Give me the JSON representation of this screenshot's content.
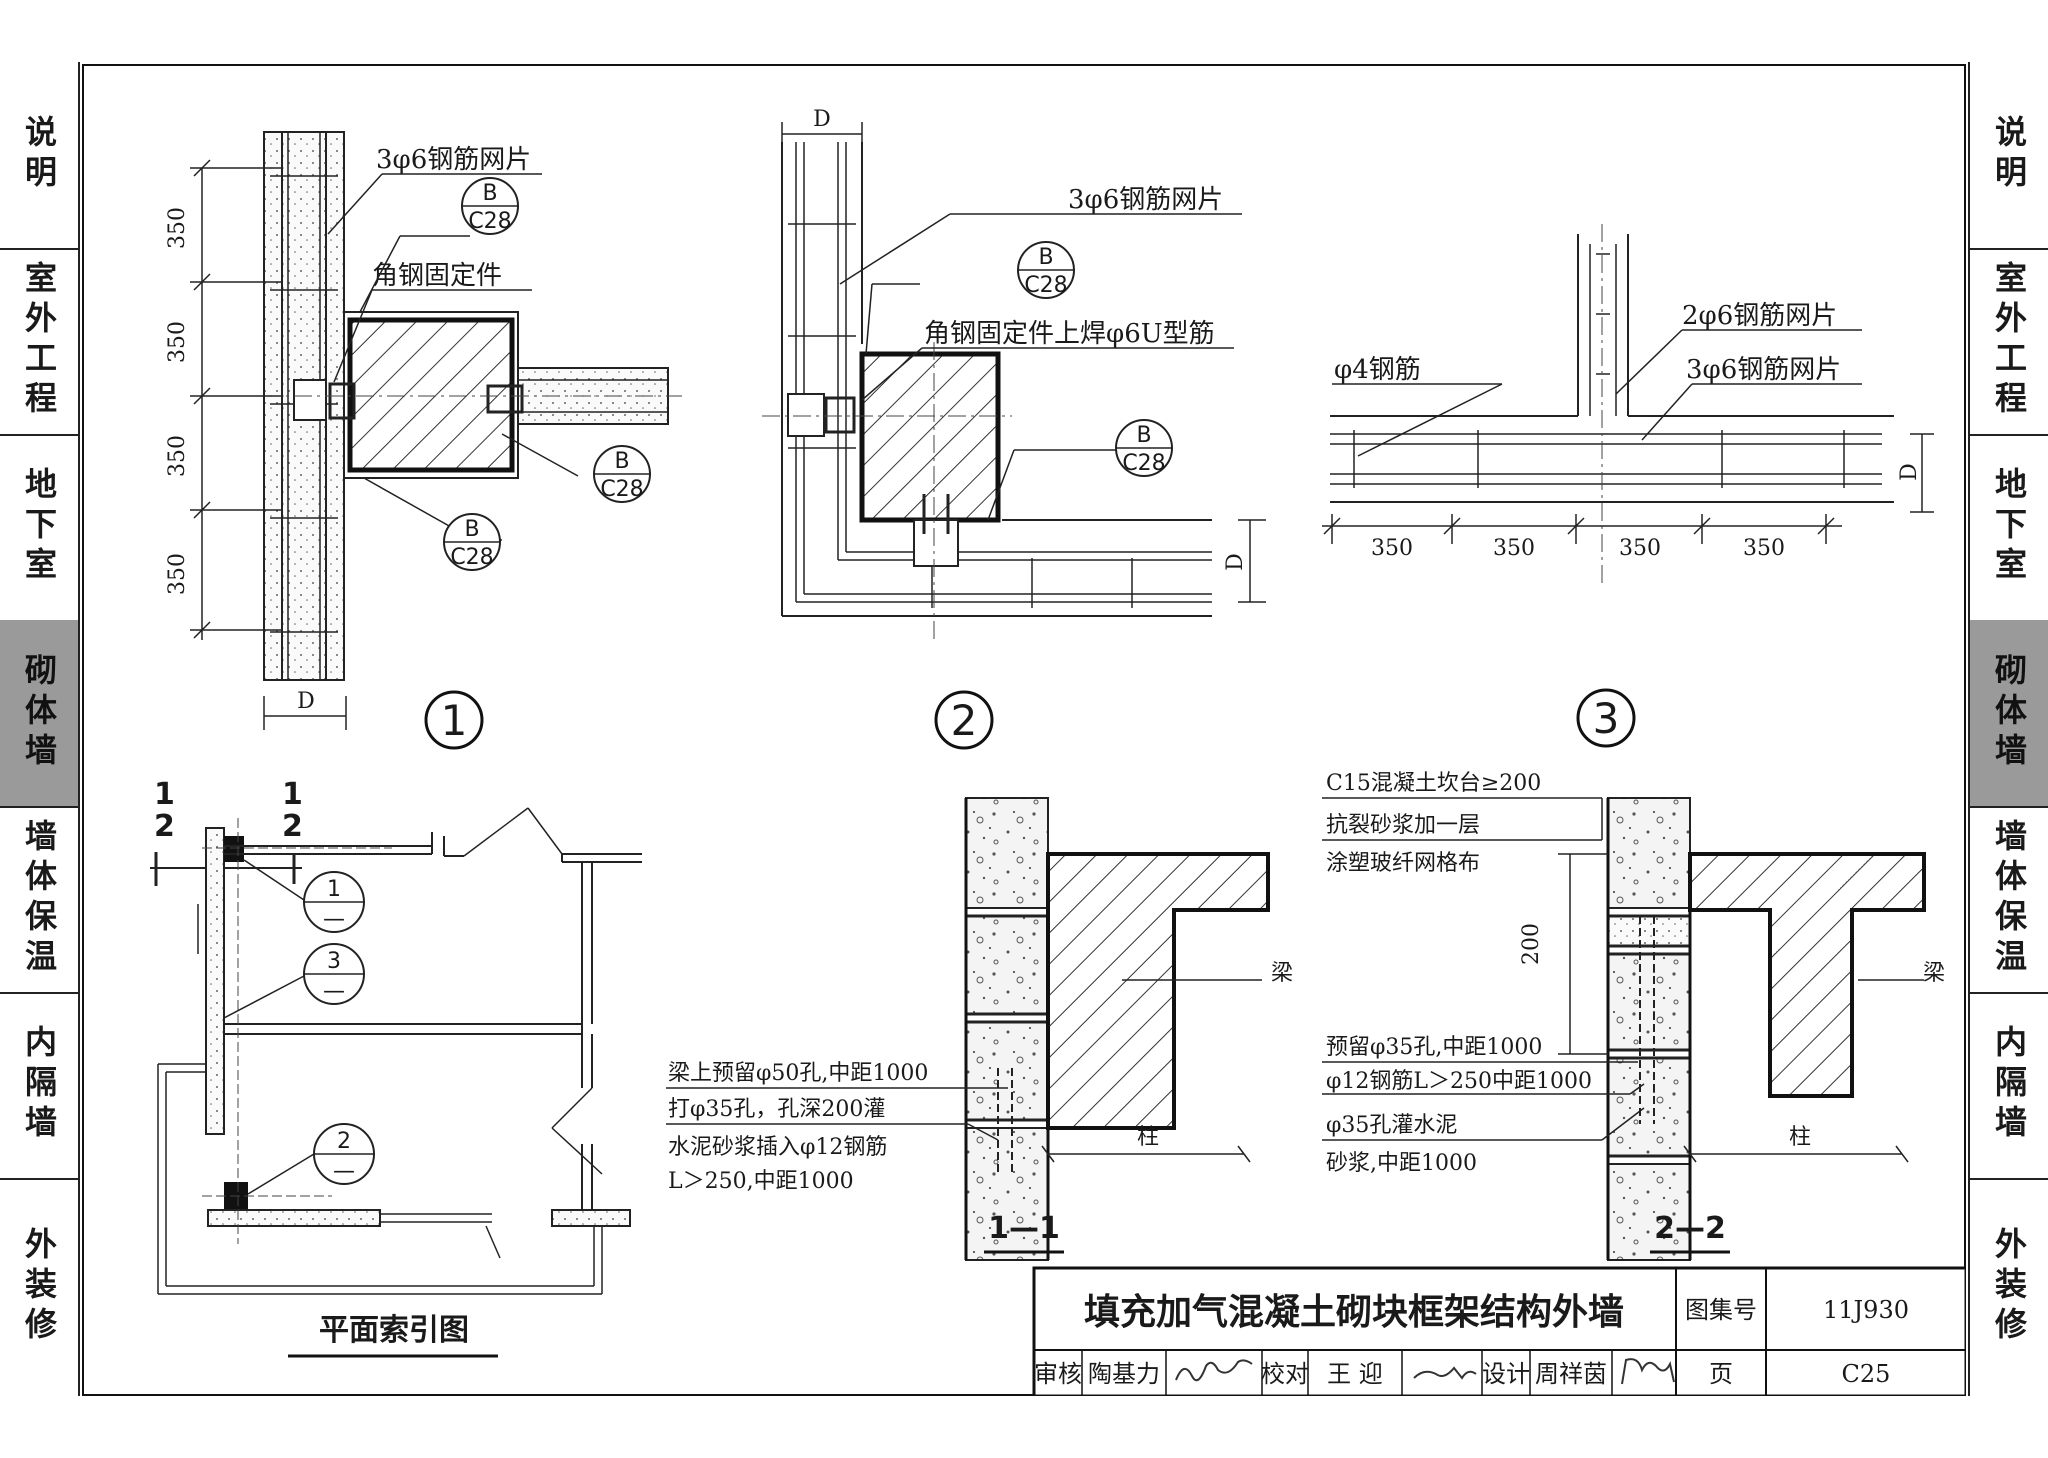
{
  "tabs": [
    {
      "label": "说明",
      "active": false
    },
    {
      "label": "室外工程",
      "active": false
    },
    {
      "label": "地下室",
      "active": false
    },
    {
      "label": "砌体墙",
      "active": true
    },
    {
      "label": "墙体保温",
      "active": false
    },
    {
      "label": "内隔墙",
      "active": false
    },
    {
      "label": "外装修",
      "active": false
    }
  ],
  "detail1": {
    "mesh_label": "3φ6钢筋网片",
    "angle_label": "角钢固定件",
    "dims": [
      "350",
      "350",
      "350",
      "350"
    ],
    "d_label": "D",
    "index_top": "B",
    "index_bottom": "C28",
    "number": "1"
  },
  "detail2": {
    "d_label": "D",
    "mesh_label": "3φ6钢筋网片",
    "angle_label": "角钢固定件上焊φ6U型筋",
    "index_top": "B",
    "index_bottom": "C28",
    "number": "2"
  },
  "detail3": {
    "bar_label": "φ4钢筋",
    "mesh2_label": "2φ6钢筋网片",
    "mesh3_label": "3φ6钢筋网片",
    "dims": [
      "350",
      "350",
      "350",
      "350"
    ],
    "d_label": "D",
    "number": "3"
  },
  "plan": {
    "title": "平面索引图",
    "cut1": "1",
    "cut2": "2",
    "ref1_top": "1",
    "ref2_top": "2",
    "ref3_top": "3",
    "ref_bottom": "—"
  },
  "section11": {
    "note1": "梁上预留φ50孔,中距1000",
    "note2_line1": "打φ35孔，孔深200灌",
    "note2_line2": "水泥砂浆插入φ12钢筋",
    "note2_line3": "L＞250,中距1000",
    "beam": "梁",
    "column": "柱",
    "title": "1—1"
  },
  "section22": {
    "note1": "C15混凝土坎台≥200",
    "note2": "抗裂砂浆加一层",
    "note3": "涂塑玻纤网格布",
    "dim": "200",
    "note4": "预留φ35孔,中距1000",
    "note5": "φ12钢筋L＞250中距1000",
    "note6": "φ35孔灌水泥",
    "note7": "砂浆,中距1000",
    "beam": "梁",
    "column": "柱",
    "title": "2—2"
  },
  "title_block": {
    "title": "填充加气混凝土砌块框架结构外墙",
    "atlas_label": "图集号",
    "atlas_no": "11J930",
    "review_label": "审核",
    "reviewer": "陶基力",
    "check_label": "校对",
    "checker": "王 迎",
    "design_label": "设计",
    "designer": "周祥茵",
    "page_label": "页",
    "page_no": "C25"
  }
}
